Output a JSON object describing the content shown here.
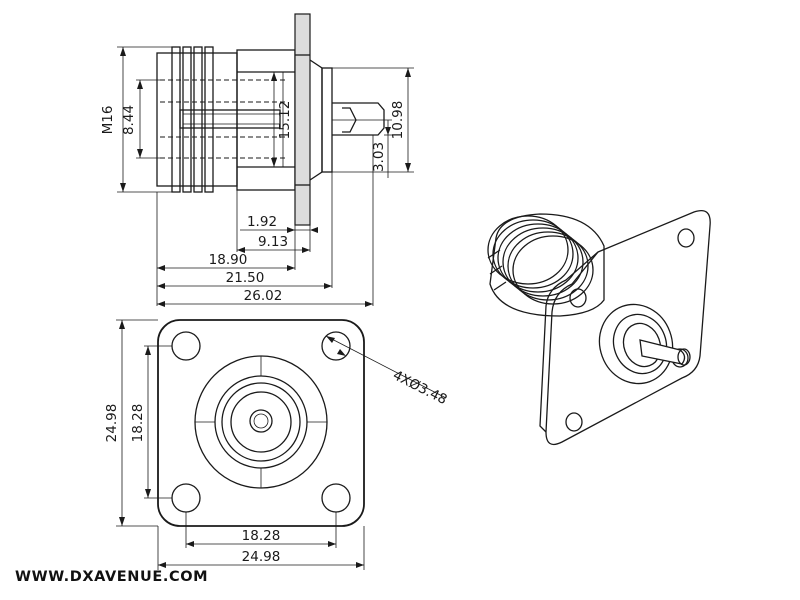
{
  "side_view": {
    "thread_label": "M16",
    "bore_dia": "8.44",
    "inner_dia": "15.12",
    "pin_dia": "10.98",
    "pin_offset": "3.03",
    "dims_horizontal": [
      "1.92",
      "9.13",
      "18.90",
      "21.50",
      "26.02"
    ]
  },
  "front_view": {
    "hole_note": "4XØ3.48",
    "height_outer": "24.98",
    "height_inner": "18.28",
    "width_inner": "18.28",
    "width_outer": "24.98"
  },
  "watermark": "WWW.DXAVENUE.COM",
  "colors": {
    "line": "#1a1a1a",
    "shade": "#dcdcdc",
    "background": "#ffffff"
  }
}
